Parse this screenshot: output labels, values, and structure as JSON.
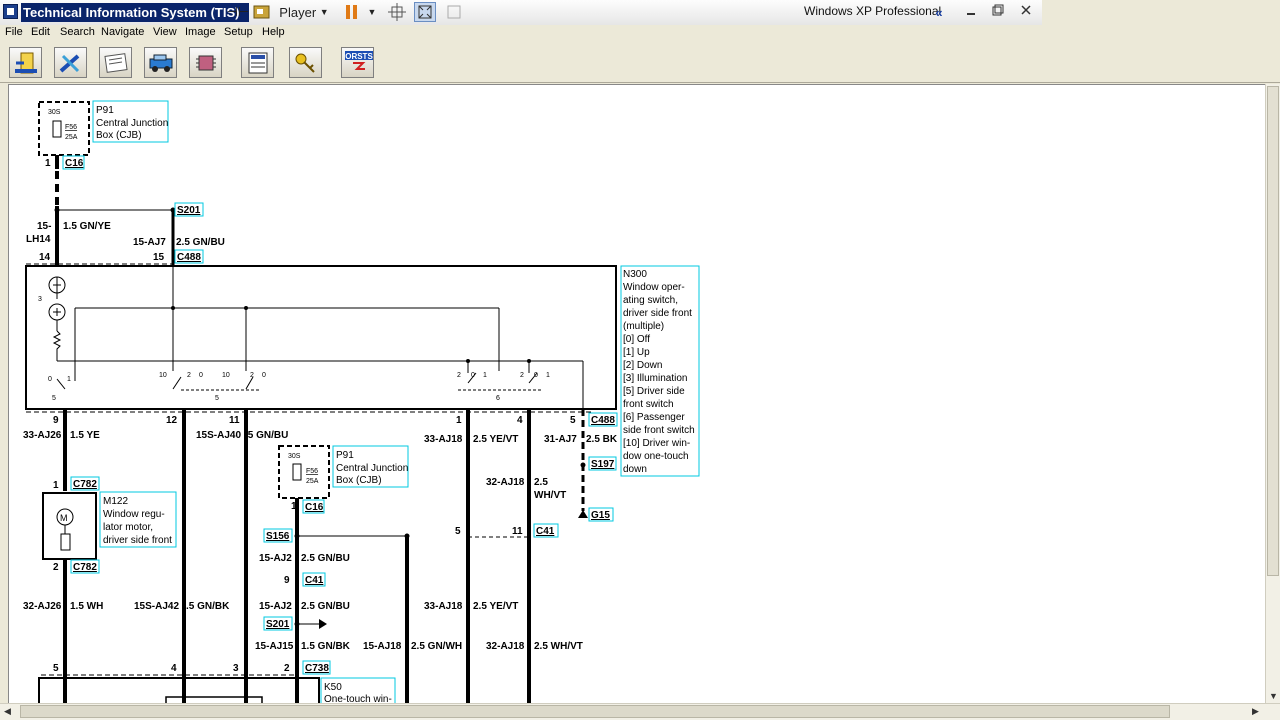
{
  "window": {
    "title": "Technical Information System (TIS)",
    "player_label": "Player",
    "os_label": "Windows XP Professional",
    "chevron": "«",
    "min": "▭",
    "max": "▢",
    "close": "✕"
  },
  "menu": [
    "File",
    "Edit",
    "Search",
    "Navigate",
    "View",
    "Image",
    "Setup",
    "Help"
  ],
  "toolbar": {
    "orsts_label": "ORSTS"
  },
  "diagram": {
    "p91_top": {
      "label": "P91",
      "desc1": "Central Junction",
      "desc2": "Box (CJB)",
      "fuse": "F56",
      "amp": "25A",
      "pin": "30S"
    },
    "c16_top": {
      "pin": "1",
      "conn": "C16"
    },
    "s201_top": "S201",
    "left_wire": {
      "circ1": "15-",
      "circ2": "LH14",
      "spec": "1.5 GN/YE"
    },
    "mid_wire": {
      "circ": "15-AJ7",
      "spec": "2.5 GN/BU"
    },
    "c488_top": {
      "pin_l": "14",
      "pin_r": "15",
      "conn": "C488"
    },
    "n300": {
      "label": "N300",
      "lines": [
        "Window oper-",
        "ating switch,",
        "driver side front",
        "(multiple)",
        "[0] Off",
        "[1] Up",
        "[2] Down",
        "[3] Illumination",
        "[5] Driver side",
        "front switch",
        "[6] Passenger",
        "side front switch",
        "[10] Driver win-",
        "dow one-touch",
        "down"
      ]
    },
    "switch_nums": {
      "three": "3",
      "zero": "0",
      "one": "1",
      "five": "5",
      "ten": "10",
      "two": "2",
      "six": "6"
    },
    "c488_bottom": {
      "pins": [
        "9",
        "12",
        "11",
        "1",
        "4",
        "5"
      ],
      "conn": "C488"
    },
    "w1": {
      "circ": "33-AJ26",
      "spec": "1.5 YE"
    },
    "w2": {
      "circ": "15S-AJ40",
      "spec": ".5 GN/BU"
    },
    "w3": {
      "circ": "33-AJ18",
      "spec": "2.5 YE/VT"
    },
    "w4": {
      "circ": "31-AJ7",
      "spec": "2.5 BK"
    },
    "s197": "S197",
    "g15": "G15",
    "w5": {
      "circ": "32-AJ18",
      "spec1": "2.5",
      "spec2": "WH/VT"
    },
    "c782_top": {
      "pin": "1",
      "conn": "C782"
    },
    "m122": {
      "label": "M122",
      "lines": [
        "Window regu-",
        "lator motor,",
        "driver side front"
      ],
      "motor": "M"
    },
    "c782_bottom": {
      "pin": "2",
      "conn": "C782"
    },
    "p91_mid": {
      "label": "P91",
      "desc1": "Central Junction",
      "desc2": "Box (CJB)",
      "fuse": "F56",
      "amp": "25A",
      "pin": "30S"
    },
    "c16_mid": {
      "pin": "1",
      "conn": "C16"
    },
    "s156": "S156",
    "c41_top": {
      "pin_l": "5",
      "pin_r": "11",
      "conn": "C41"
    },
    "w6": {
      "circ": "15-AJ2",
      "spec": "2.5 GN/BU"
    },
    "c41_mid": {
      "pin": "9",
      "conn": "C41"
    },
    "w7": {
      "circ": "32-AJ26",
      "spec": "1.5 WH"
    },
    "w8": {
      "circ": "15S-AJ42",
      "spec": ".5 GN/BK"
    },
    "w9": {
      "circ": "15-AJ2",
      "spec": "2.5 GN/BU"
    },
    "w10": {
      "circ": "33-AJ18",
      "spec": "2.5 YE/VT"
    },
    "s201_mid": "S201",
    "w11": {
      "circ": "15-AJ15",
      "spec": "1.5 GN/BK"
    },
    "w12": {
      "circ": "15-AJ18",
      "spec": "2.5 GN/WH"
    },
    "w13": {
      "circ": "32-AJ18",
      "spec": "2.5 WH/VT"
    },
    "c738": {
      "pins": [
        "5",
        "4",
        "3",
        "2"
      ],
      "conn": "C738"
    },
    "k50": {
      "label": "K50",
      "line1": "One-touch win-"
    }
  }
}
